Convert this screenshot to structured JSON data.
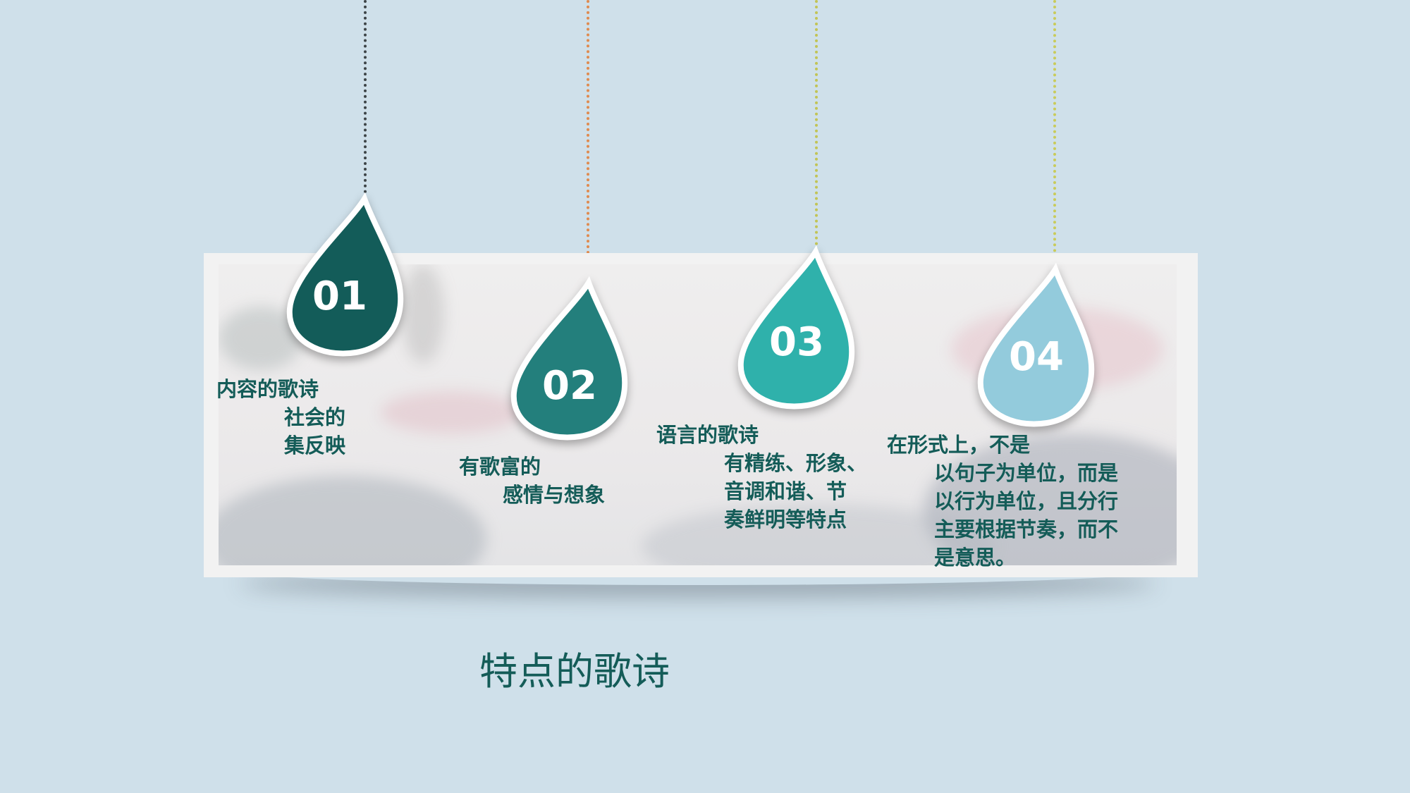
{
  "slide": {
    "background_color": "#cfe0ea",
    "title": "特点的歌诗",
    "items": [
      {
        "number": "01",
        "color": "#135c59",
        "string_color": "#3d4447",
        "lines": [
          "内容的歌诗",
          "社会的",
          "集反映"
        ]
      },
      {
        "number": "02",
        "color": "#237f7c",
        "string_color": "#e08a4e",
        "lines": [
          "有歌富的",
          "感情与想象"
        ]
      },
      {
        "number": "03",
        "color": "#2fb1ab",
        "string_color": "#c2c455",
        "lines": [
          "语言的歌诗",
          "有精练、形象、",
          "音调和谐、节",
          "奏鲜明等特点"
        ]
      },
      {
        "number": "04",
        "color": "#93cbdc",
        "string_color": "#c9cb5a",
        "lines": [
          "在形式上，不是",
          "以句子为单位，而是",
          "以行为单位，且分行",
          "主要根据节奏，而不",
          "是意思。"
        ]
      }
    ]
  }
}
